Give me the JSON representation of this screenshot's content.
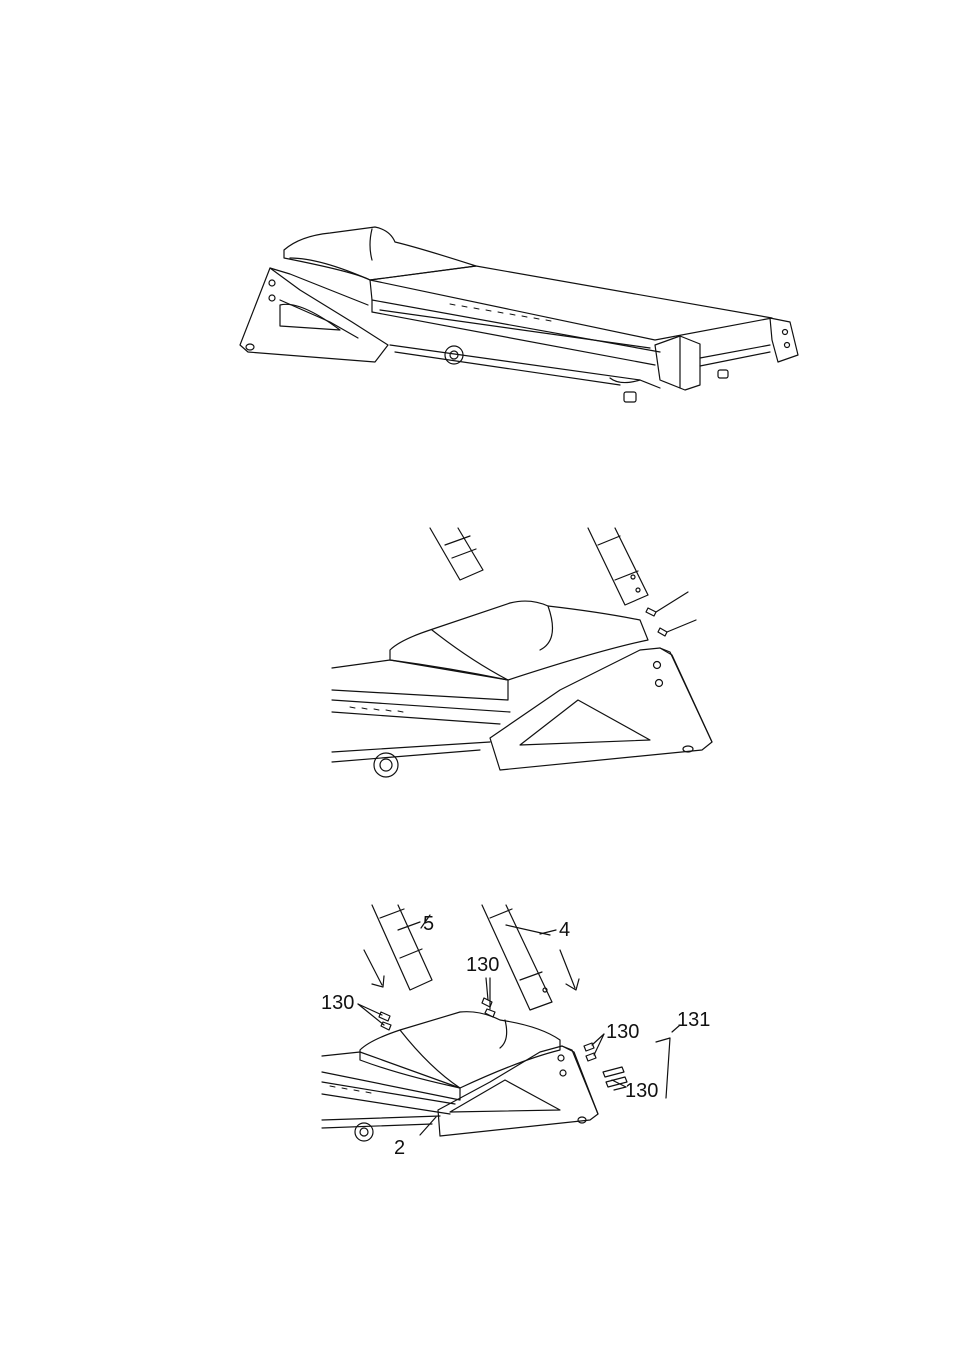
{
  "figure3": {
    "callouts": {
      "leg_right": "5",
      "leg_left": "4",
      "bolt_top": "130",
      "bolt_left": "130",
      "bolt_side_upper": "130",
      "bolt_side_lower": "130",
      "wrench": "131",
      "frame": "2"
    }
  }
}
